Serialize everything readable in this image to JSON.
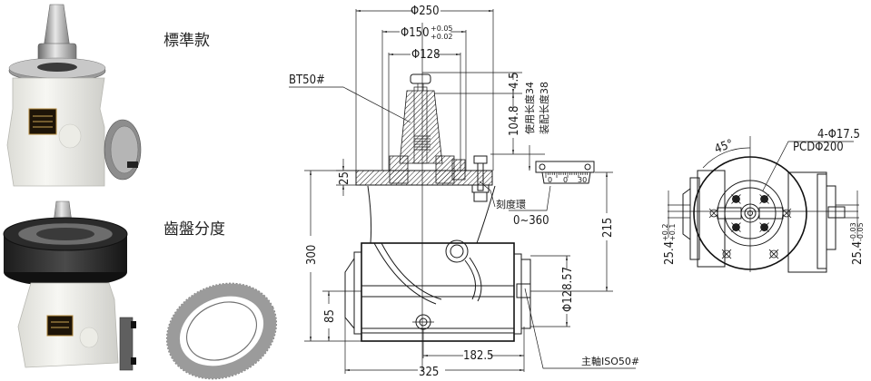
{
  "photos": {
    "standard": {
      "label": "標準款"
    },
    "gear_indexing": {
      "label": "齒盤分度"
    }
  },
  "drawing": {
    "dims": {
      "phi250": "Φ250",
      "phi150": "Φ150",
      "phi150_tol_upper": "+0.05",
      "phi150_tol_lower": "+0.02",
      "phi128": "Φ128",
      "d4_5": "4.5",
      "d104_8": "104.8",
      "d25": "25",
      "d300": "300",
      "d85": "85",
      "d215": "215",
      "d182_5": "182.5",
      "d325": "325",
      "phi128_57": "Φ128.57"
    },
    "labels": {
      "bt50": "BT50#",
      "use_length": "使用长度34",
      "assembly_length": "装配长度38",
      "scale_ring": "刻度環",
      "scale_range": "0~360",
      "spindle": "主軸ISO50#",
      "scale_marks": [
        "0",
        "0",
        "30"
      ]
    },
    "side_view": {
      "angle": "45°",
      "holes": "4-Φ17.5",
      "pcd": "PCDΦ200",
      "left_tol_base": "25.4",
      "left_tol_upper": "+0.2",
      "left_tol_lower": "+0.1",
      "right_tol_base": "25.4",
      "right_tol_upper": "-0.03",
      "right_tol_lower": "-0.05"
    }
  }
}
